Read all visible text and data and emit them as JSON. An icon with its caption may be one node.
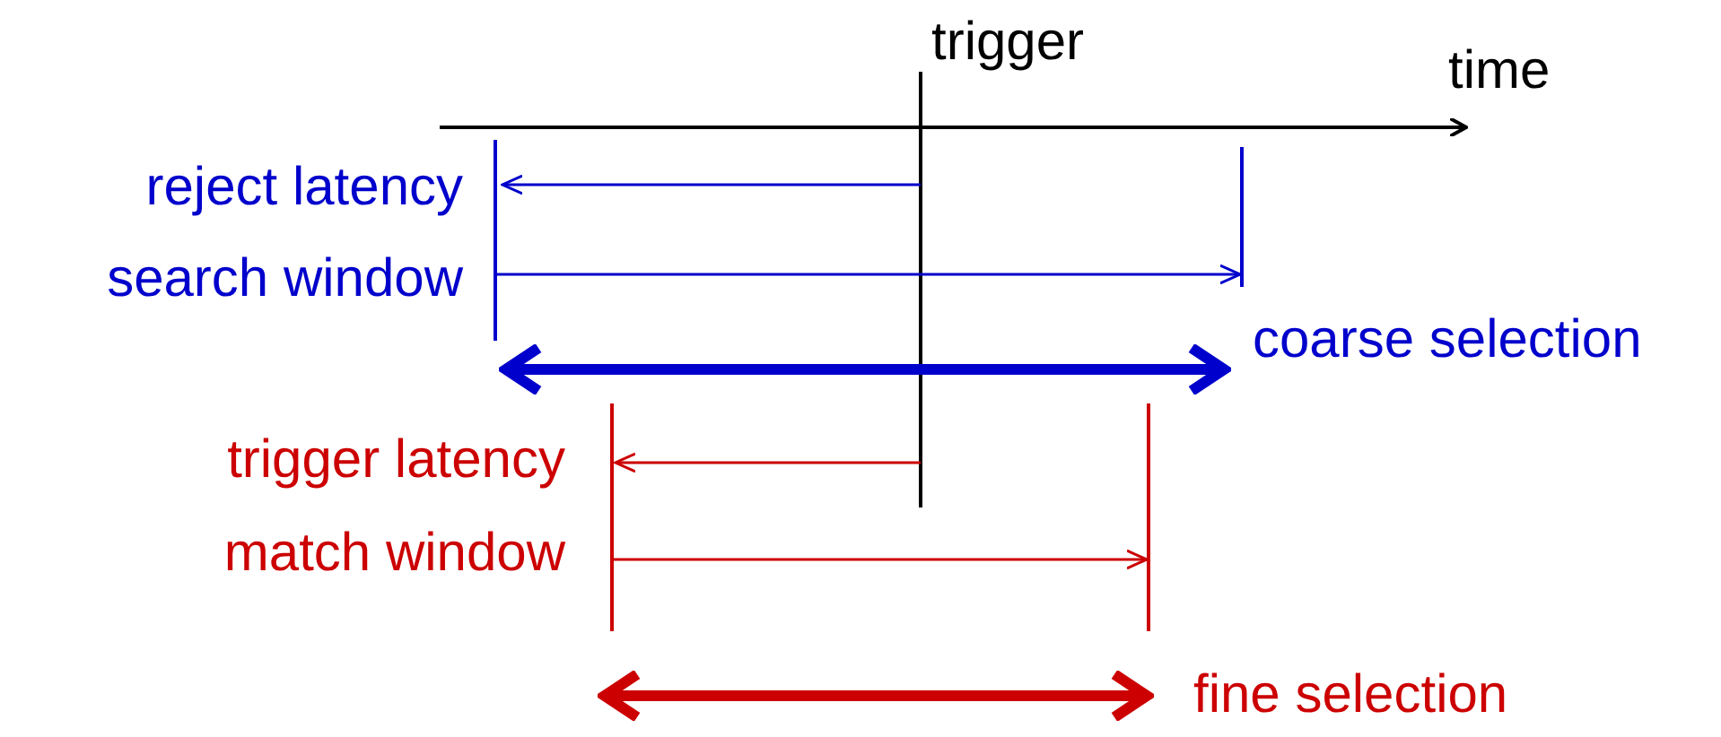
{
  "diagram": {
    "labels": [
      "trigger",
      "time",
      "reject latency",
      "search window",
      "coarse selection",
      "trigger latency",
      "match window",
      "fine selection"
    ]
  }
}
